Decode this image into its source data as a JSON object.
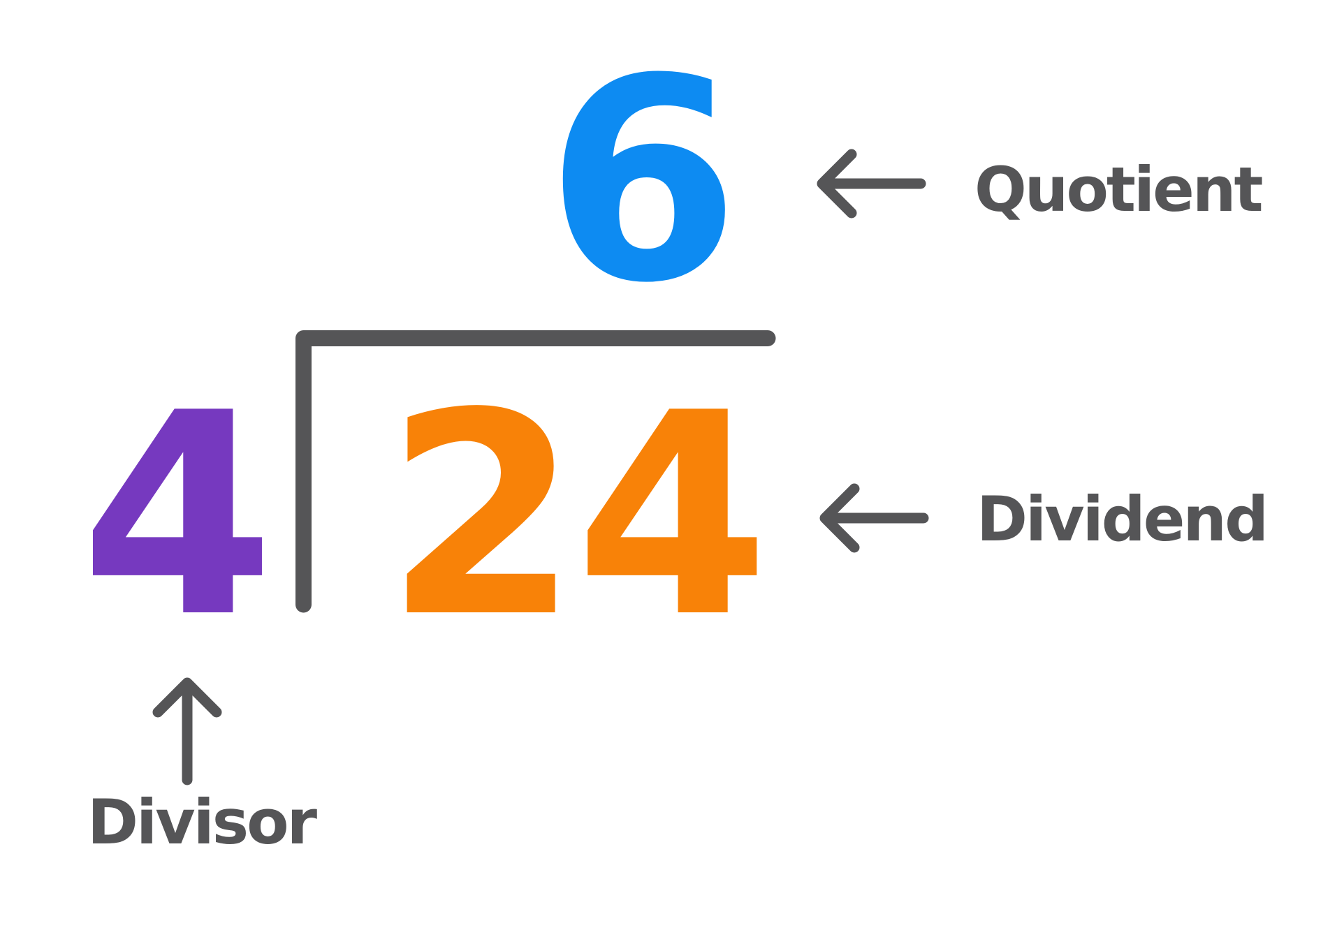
{
  "page": {
    "background": "#FFFFFF"
  },
  "colors": {
    "quotient_blue": "#0D8BF2",
    "dividend_orange": "#F88208",
    "divisor_purple": "#7639BF",
    "ink_gray": "#555557"
  },
  "division": {
    "quotient_value": "6",
    "dividend_value": "24",
    "divisor_value": "4"
  },
  "labels": {
    "quotient": "Quotient",
    "dividend": "Dividend",
    "divisor": "Divisor"
  },
  "icons": {
    "quotient_pointer": "arrow-left-icon",
    "dividend_pointer": "arrow-left-icon",
    "divisor_pointer": "arrow-up-icon",
    "bracket": "long-division-bracket-icon"
  }
}
